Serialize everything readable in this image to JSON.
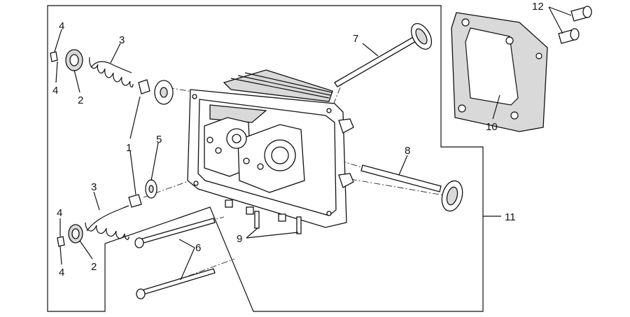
{
  "diagram": {
    "callouts": {
      "c1": "1",
      "c2_top": "2",
      "c2_bottom": "2",
      "c3_top": "3",
      "c3_bottom": "3",
      "c4_a": "4",
      "c4_b": "4",
      "c4_c": "4",
      "c4_d": "4",
      "c5": "5",
      "c6": "6",
      "c7": "7",
      "c8": "8",
      "c9": "9",
      "c10": "10",
      "c11": "11",
      "c12": "12"
    }
  }
}
